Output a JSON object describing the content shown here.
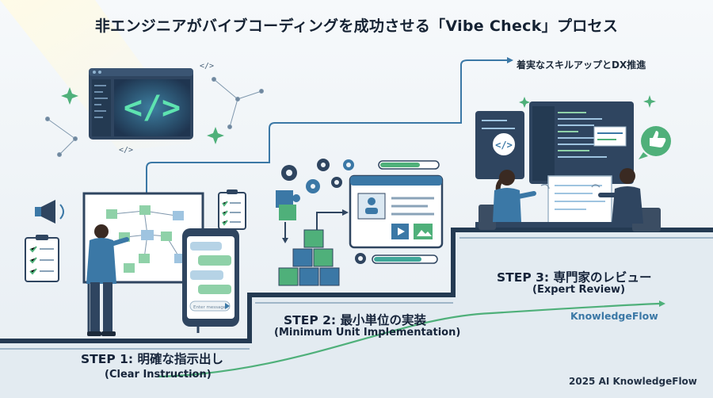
{
  "title": "非エンジニアがバイブコーディングを成功させる「Vibe Check」プロセス",
  "outcome": "着実なスキルアップとDX推進",
  "steps": [
    {
      "title": "STEP 1: 明確な指示出し",
      "subtitle": "(Clear Instruction)"
    },
    {
      "title": "STEP 2: 最小単位の実装",
      "subtitle": "(Minimum Unit Implementation)"
    },
    {
      "title": "STEP 3: 専門家のレビュー",
      "subtitle": "(Expert Review)"
    }
  ],
  "brand": "KnowledgeFlow",
  "credit": "2025 AI KnowledgeFlow",
  "hero_code_symbol": "</>",
  "sparkle_code_symbol": "</>",
  "chat_input_placeholder": "Enter message...",
  "colors": {
    "navy": "#2f4560",
    "blue": "#3b78a6",
    "green": "#4fb07a",
    "teal": "#3fa79a",
    "stair": "#243a52"
  },
  "icons": [
    "megaphone-icon",
    "checklist-icon",
    "gear-icon",
    "puzzle-icon",
    "magnifier-code-icon",
    "thumbs-up-icon",
    "user-avatar-icon",
    "play-icon",
    "image-icon"
  ]
}
